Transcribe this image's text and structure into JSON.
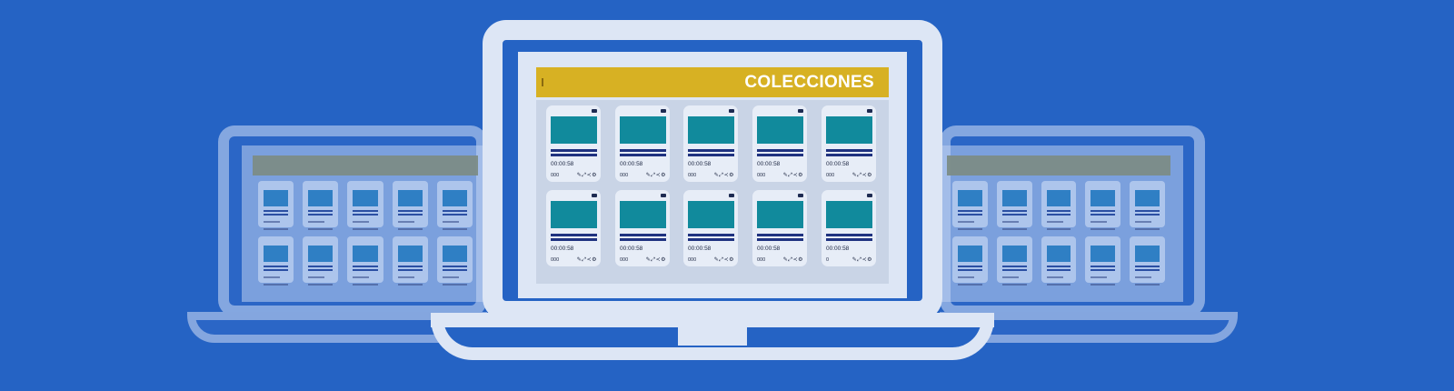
{
  "collection": {
    "title": "COLECCIONES",
    "rows": [
      [
        {
          "time": "00:00:58",
          "count": "000"
        },
        {
          "time": "00:00:58",
          "count": "000"
        },
        {
          "time": "00:00:58",
          "count": "000"
        },
        {
          "time": "00:00:58",
          "count": "000"
        },
        {
          "time": "00:00:58",
          "count": "000"
        }
      ],
      [
        {
          "time": "00:00:58",
          "count": "000"
        },
        {
          "time": "00:00:58",
          "count": "000"
        },
        {
          "time": "00:00:58",
          "count": "000"
        },
        {
          "time": "00:00:58",
          "count": "000"
        },
        {
          "time": "00:00:58",
          "count": "0"
        }
      ]
    ],
    "action_icons": [
      "pencil-icon",
      "expand-icon",
      "share-icon",
      "settings-icon"
    ]
  },
  "colors": {
    "background": "#2563c4",
    "header": "#d7b123",
    "thumbnail": "#118a9c",
    "frame": "#dde6f5"
  }
}
